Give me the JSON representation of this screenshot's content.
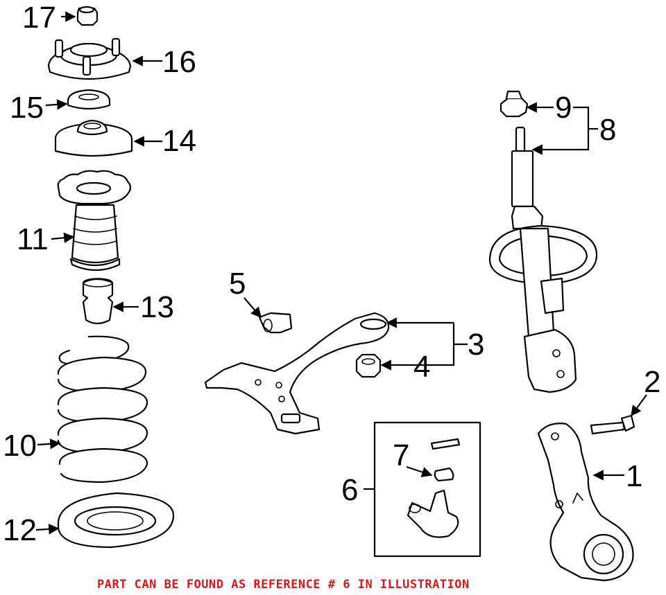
{
  "callouts": {
    "c1": "1",
    "c2": "2",
    "c3": "3",
    "c4": "4",
    "c5": "5",
    "c6": "6",
    "c7": "7",
    "c8": "8",
    "c9": "9",
    "c10": "10",
    "c11": "11",
    "c12": "12",
    "c13": "13",
    "c14": "14",
    "c15": "15",
    "c16": "16",
    "c17": "17"
  },
  "footer_note": "PART CAN BE FOUND AS REFERENCE # 6 IN ILLUSTRATION",
  "colors": {
    "line": "#000000",
    "background": "#ffffff",
    "note": "#d7191c"
  }
}
